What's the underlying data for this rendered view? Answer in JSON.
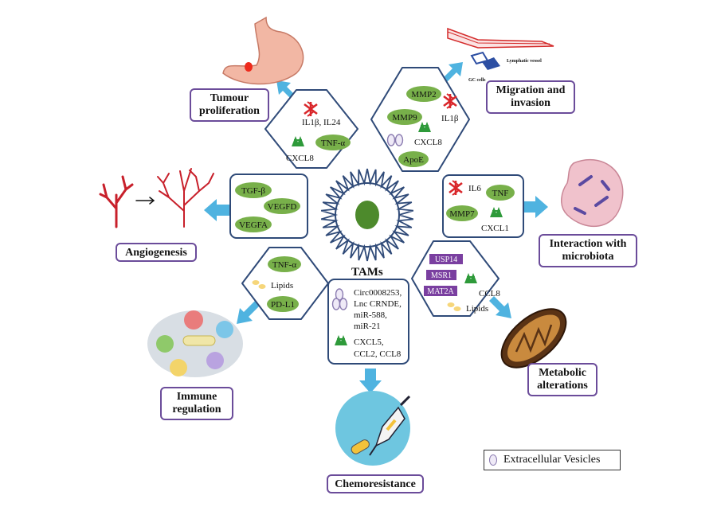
{
  "center": {
    "label": "TAMs"
  },
  "outcomes": {
    "tumour_proliferation": "Tumour proliferation",
    "migration_invasion": "Migration and invasion",
    "interaction_microbiota": "Interaction with microbiota",
    "angiogenesis": "Angiogenesis",
    "immune_regulation": "Immune regulation",
    "metabolic_alterations": "Metabolic alterations",
    "chemoresistance": "Chemoresistance"
  },
  "factors": {
    "tumour_proliferation": {
      "il": "IL1β, IL24",
      "tnf": "TNF-α",
      "cxcl": "CXCL8"
    },
    "migration": {
      "mmp2": "MMP2",
      "il1b": "IL1β",
      "mmp9": "MMP9",
      "cxcl8": "CXCL8",
      "apoe": "ApoE"
    },
    "angiogenesis": {
      "tgf": "TGF-β",
      "vegfd": "VEGFD",
      "vegfa": "VEGFA"
    },
    "microbiota": {
      "il6": "IL6",
      "tnf": "TNF",
      "mmp7": "MMP7",
      "cxcl1": "CXCL1"
    },
    "immune": {
      "tnf": "TNF-α",
      "lipids": "Lipids",
      "pdl1": "PD-L1"
    },
    "chemo": {
      "l1": "Circ0008253,",
      "l2": "Lnc CRNDE,",
      "l3": "miR-588,",
      "l4": "miR-21",
      "l5": "CXCL5,",
      "l6": "CCL2, CCL8"
    },
    "metabolic": {
      "usp14": "USP14",
      "msr1": "MSR1",
      "mat2a": "MAT2A",
      "ccl8": "CCL8",
      "lipids": "Lipids"
    }
  },
  "illustration_labels": {
    "lymphatic": "Lymphatic vessel",
    "gc_cells": "GC cells"
  },
  "legend": {
    "label": "Extracellular Vesicles"
  },
  "colors": {
    "box_border": "#2f4a78",
    "label_border": "#6b4c9a",
    "arrow": "#4fb3e0",
    "green": "#78b04a",
    "red_icon": "#d9262a",
    "green_icon": "#2e9a3a",
    "purple_tag": "#7a3fa0"
  }
}
